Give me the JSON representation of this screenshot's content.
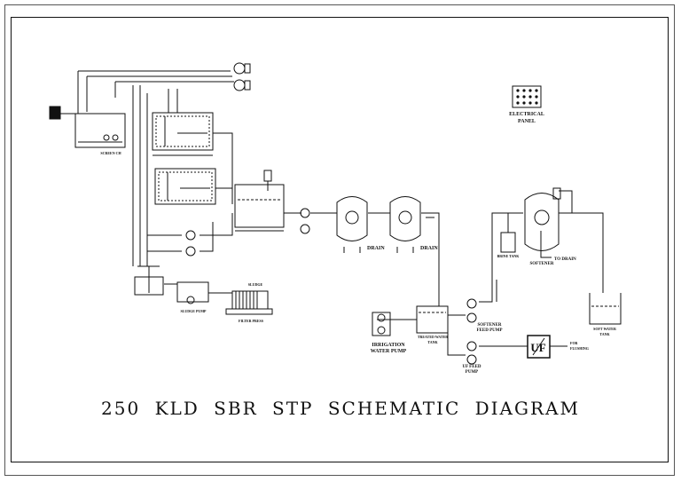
{
  "title": "250 KLD SBR STP SCHEMATIC DIAGRAM",
  "labels": {
    "electrical_panel_1": "ELECTRICAL",
    "electrical_panel_2": "PANEL",
    "drain_1": "DRAIN",
    "drain_2": "DRAIN",
    "to_drain": "TO DRAIN",
    "softener": "SOFTENER",
    "brine_tank": "BRINE TANK",
    "soft_water_tank_1": "SOFT WATER",
    "soft_water_tank_2": "TANK",
    "treated_water_tank_1": "TREATED WATER",
    "treated_water_tank_2": "TANK",
    "irrigation_pump_1": "IRRIGATION",
    "irrigation_pump_2": "WATER PUMP",
    "softener_feed_pump_1": "SOFTENER",
    "softener_feed_pump_2": "FEED PUMP",
    "uf_feed_pump_1": "UF FEED",
    "uf_feed_pump_2": "PUMP",
    "uf": "UF",
    "for_flushing_1": "FOR",
    "for_flushing_2": "FLUSHING",
    "sludge_pump": "SLUDGE PUMP",
    "filter_press": "FILTER PRESS",
    "sludge": "SLUDGE",
    "screen_chamber": "SCREEN CH"
  },
  "colors": {
    "line": "#111111",
    "background": "#ffffff"
  }
}
